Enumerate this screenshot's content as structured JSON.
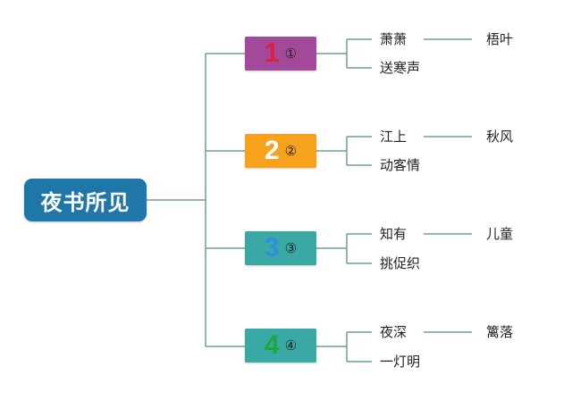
{
  "root": {
    "label": "夜书所见"
  },
  "branches": [
    {
      "digit": "1",
      "circled": "①",
      "leaves": [
        "萧萧",
        "送寒声"
      ],
      "sub": "梧叶"
    },
    {
      "digit": "2",
      "circled": "②",
      "leaves": [
        "江上",
        "动客情"
      ],
      "sub": "秋风"
    },
    {
      "digit": "3",
      "circled": "③",
      "leaves": [
        "知有",
        "挑促织"
      ],
      "sub": "儿童"
    },
    {
      "digit": "4",
      "circled": "④",
      "leaves": [
        "夜深",
        "一灯明"
      ],
      "sub": "篱落"
    }
  ],
  "colors": {
    "root_fill": "#1f76a8",
    "connector": "#6b9f97",
    "branch_fills": [
      "#a2499a",
      "#f7a21c",
      "#3aa9a6",
      "#3aa9a6"
    ],
    "digit_colors": [
      "#e01e3a",
      "#ffffff",
      "#2f8ee0",
      "#1ca83c"
    ]
  }
}
